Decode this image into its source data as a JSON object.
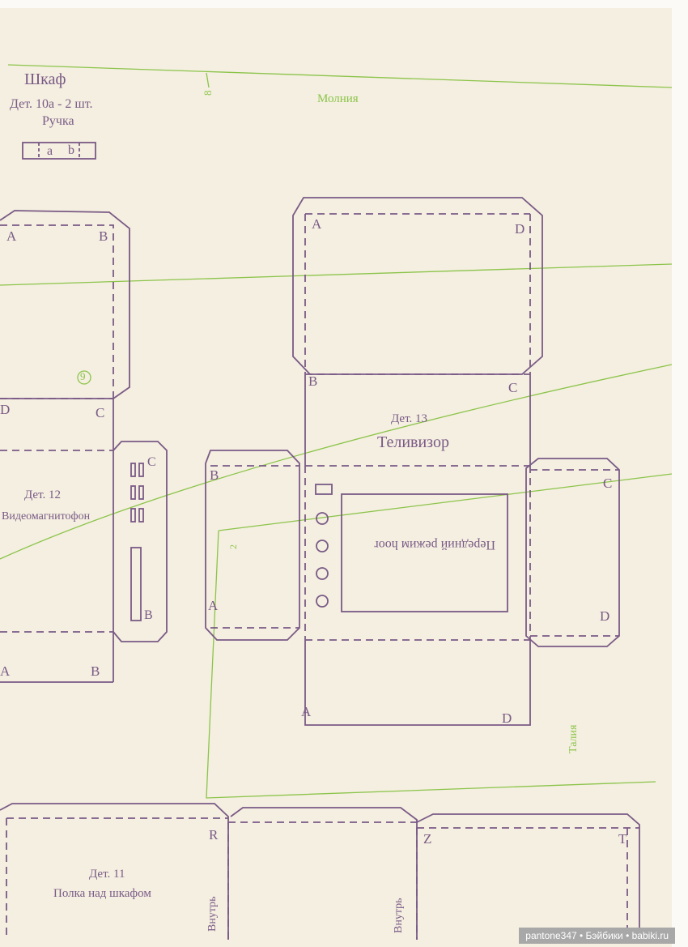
{
  "title": "Шкаф",
  "cabinet_part": "Дет. 10а - 2 шт.",
  "handle_label": "Ручка",
  "handle_letters": {
    "a": "a",
    "b": "b"
  },
  "tv": {
    "part": "Дет. 13",
    "name": "Теливизор",
    "front_label": "Передний режим hoor"
  },
  "vcr": {
    "part": "Дет. 12",
    "name": "Видеомагнитофон"
  },
  "shelf": {
    "part": "Дет. 11",
    "name": "Полка над шкафом"
  },
  "green_labels": {
    "zipper": "Молния",
    "waist": "Талия",
    "mark_8": "8",
    "mark_2": "2",
    "circled_9": "9"
  },
  "letters": {
    "cab_a": "A",
    "cab_b": "B",
    "cab_d": "D",
    "cab_c": "C",
    "cab_a2": "A",
    "cab_b2": "B",
    "vcr_c": "C",
    "vcr_b": "B",
    "tv_a_top": "A",
    "tv_d_top": "D",
    "tv_b_mid": "B",
    "tv_c_mid": "C",
    "tv_b_left": "B",
    "tv_a_left": "A",
    "tv_c_right": "C",
    "tv_d_right": "D",
    "tv_a_bottom": "A",
    "tv_d_bottom": "D",
    "shelf_r": "R",
    "shelf_z": "Z",
    "shelf_t": "T"
  },
  "inside_label": "Внутрь",
  "watermark": "pantone347 • Бэйбики • babiki.ru",
  "colors": {
    "pattern": "#7a5a86",
    "green": "#8cc44a",
    "paper": "#f4efe0"
  }
}
